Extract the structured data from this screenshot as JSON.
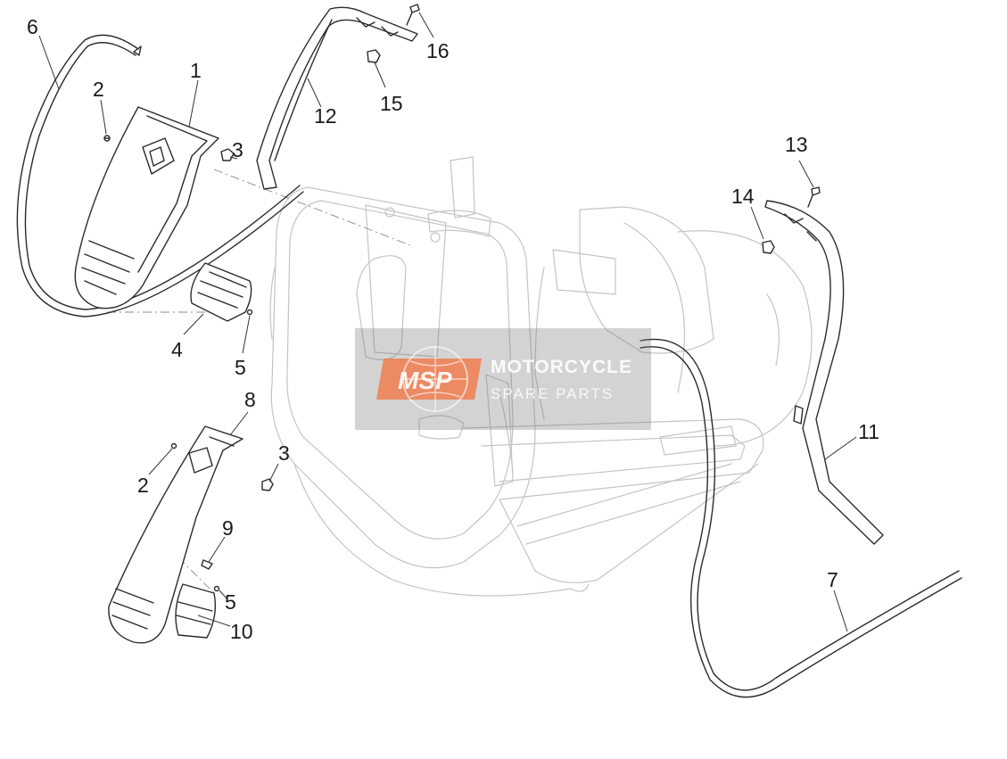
{
  "callouts": {
    "c1": "1",
    "c2a": "2",
    "c2b": "2",
    "c3a": "3",
    "c3b": "3",
    "c4": "4",
    "c5a": "5",
    "c5b": "5",
    "c6": "6",
    "c7": "7",
    "c8": "8",
    "c9": "9",
    "c10": "10",
    "c11": "11",
    "c12": "12",
    "c13": "13",
    "c14": "14",
    "c15": "15",
    "c16": "16"
  },
  "watermark": {
    "logo_text": "MSP",
    "title": "MOTORCYCLE",
    "subtitle": "SPARE PARTS",
    "band_color": "#7a7a7a",
    "logo_color": "#ef7d4f"
  }
}
